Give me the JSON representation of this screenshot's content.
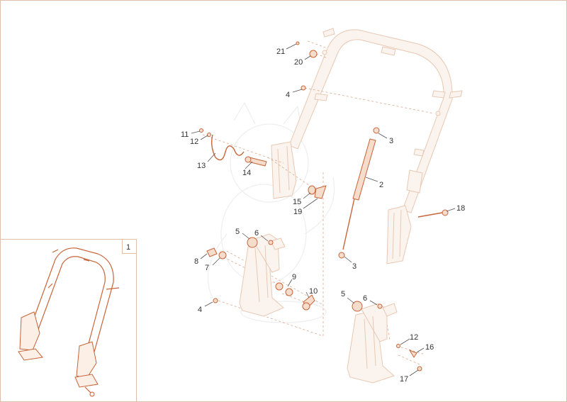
{
  "inset": {
    "label": "1"
  },
  "callouts": [
    {
      "id": "c21",
      "text": "21"
    },
    {
      "id": "c20",
      "text": "20"
    },
    {
      "id": "c4a",
      "text": "4"
    },
    {
      "id": "c3a",
      "text": "3"
    },
    {
      "id": "c2",
      "text": "2"
    },
    {
      "id": "c11",
      "text": "11"
    },
    {
      "id": "c12a",
      "text": "12"
    },
    {
      "id": "c13",
      "text": "13"
    },
    {
      "id": "c14",
      "text": "14"
    },
    {
      "id": "c15",
      "text": "15"
    },
    {
      "id": "c19",
      "text": "19"
    },
    {
      "id": "c18",
      "text": "18"
    },
    {
      "id": "c5a",
      "text": "5"
    },
    {
      "id": "c6a",
      "text": "6"
    },
    {
      "id": "c8",
      "text": "8"
    },
    {
      "id": "c7",
      "text": "7"
    },
    {
      "id": "c3b",
      "text": "3"
    },
    {
      "id": "c9",
      "text": "9"
    },
    {
      "id": "c10",
      "text": "10"
    },
    {
      "id": "c4b",
      "text": "4"
    },
    {
      "id": "c5b",
      "text": "5"
    },
    {
      "id": "c6b",
      "text": "6"
    },
    {
      "id": "c12b",
      "text": "12"
    },
    {
      "id": "c16",
      "text": "16"
    },
    {
      "id": "c17",
      "text": "17"
    }
  ]
}
